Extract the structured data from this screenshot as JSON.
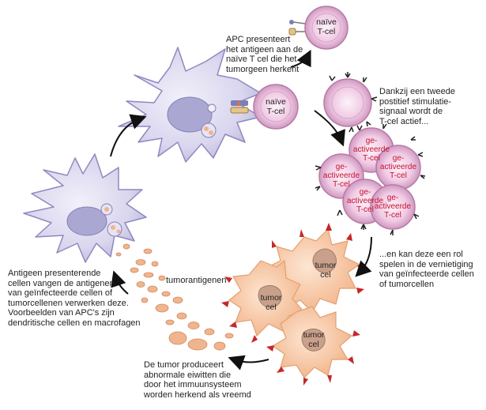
{
  "labels": {
    "naive_tcell_top": "naïve\nT-cel",
    "naive_tcell_mid": "naïve\nT-cel",
    "activated": "ge-\nactiveerde\nT-cel",
    "tumor_cell": "tumor\ncel",
    "tumorantigens": "tumorantigenen"
  },
  "captions": {
    "apc_presents": "APC presenteert\nhet antigeen aan de\nnaïve T cel die het\ntumorgeen herkent",
    "second_signal": "Dankzij een tweede\npostitief stimulatie-\nsignaal wordt de\nT-cel actief...",
    "destroy": "...en kan deze een rol\nspelen in de vernietiging\nvan geïnfecteerde cellen\nof tumorcellen",
    "tumor_produces": "De tumor produceert\nabnormale eiwitten die\ndoor het immuunsysteem\nworden herkend als vreemd",
    "apc_capture": "Antigeen presenterende\ncellen vangen de antigenen\nvan geïnfecteerde cellen of\ntumorcellenen verwerken deze.\nVoorbeelden van APC's zijn\ndendritische cellen en macrofagen"
  },
  "colors": {
    "dendritic": "#d9d6ee",
    "dendritic_outline": "#9b96c6",
    "nucleus": "#aaa7d3",
    "tcell_ring": "#d7a6c9",
    "tcell_core": "#f4d9ec",
    "tumor": "#f7c9a7",
    "tumor_nucleus": "#c9a08a",
    "spikes": "#c62828",
    "antigen": "#f0b48e",
    "label_red": "#c8102e"
  }
}
